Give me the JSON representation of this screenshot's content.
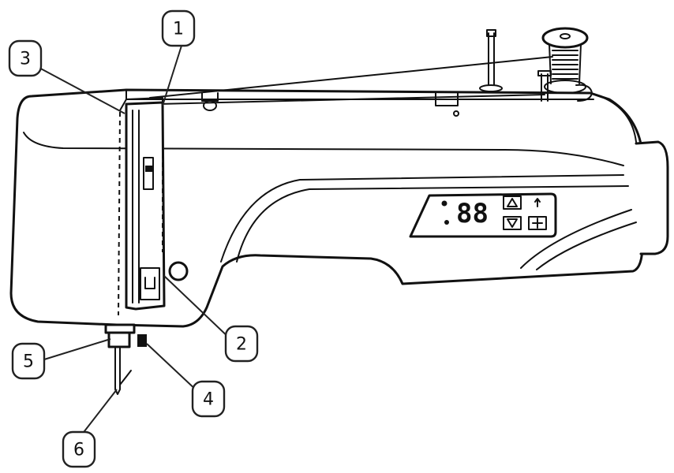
{
  "figure": {
    "panel": {
      "display": "88"
    },
    "callouts": [
      {
        "id": "1",
        "label": "1"
      },
      {
        "id": "2",
        "label": "2"
      },
      {
        "id": "3",
        "label": "3"
      },
      {
        "id": "4",
        "label": "4"
      },
      {
        "id": "5",
        "label": "5"
      },
      {
        "id": "6",
        "label": "6"
      }
    ]
  }
}
